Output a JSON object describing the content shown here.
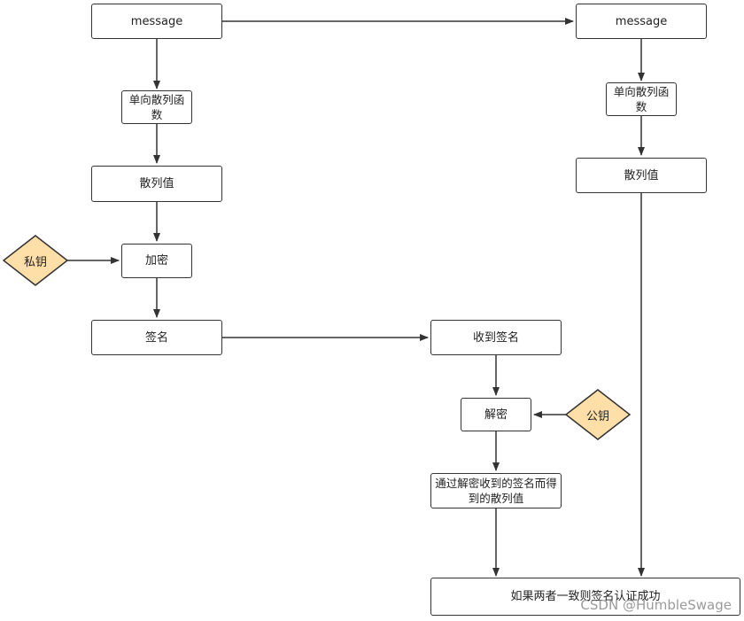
{
  "nodes": {
    "message_left": "message",
    "message_right": "message",
    "hash_func_left": "单向散列函数",
    "hash_func_right": "单向散列函数",
    "hash_value_left": "散列值",
    "hash_value_right": "散列值",
    "encrypt": "加密",
    "signature": "签名",
    "received_signature": "收到签名",
    "decrypt": "解密",
    "decrypted_hash": "通过解密收到的签名而得到的散列值",
    "result": "如果两者一致则签名认证成功"
  },
  "keys": {
    "private_key": "私钥",
    "public_key": "公钥"
  },
  "watermark": "CSDN @HumbleSwage",
  "colors": {
    "diamond_fill": "#FFDFA8",
    "diamond_stroke": "#333333",
    "line": "#333333"
  }
}
